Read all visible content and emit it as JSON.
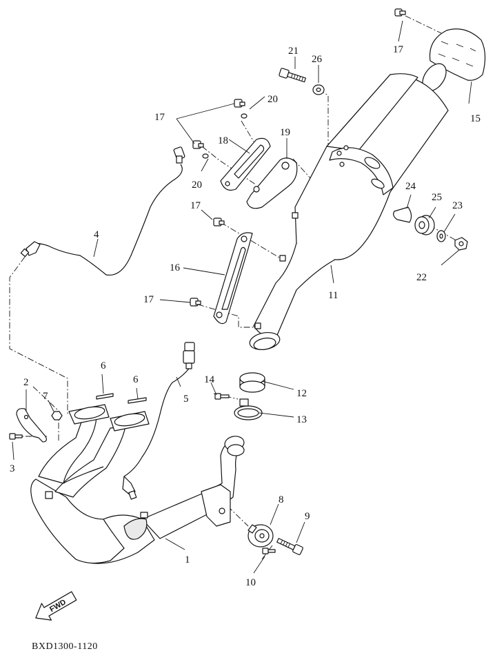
{
  "diagram": {
    "drawing_code": "BXD1300-1120",
    "fwd_label": "FWD",
    "callouts": {
      "p1": "1",
      "p2": "2",
      "p3": "3",
      "p4": "4",
      "p5": "5",
      "p6a": "6",
      "p6b": "6",
      "p7": "7",
      "p8": "8",
      "p9": "9",
      "p10": "10",
      "p11": "11",
      "p12": "12",
      "p13": "13",
      "p14": "14",
      "p15": "15",
      "p16": "16",
      "p17a": "17",
      "p17b": "17",
      "p17c": "17",
      "p17d": "17",
      "p18": "18",
      "p19": "19",
      "p20a": "20",
      "p20b": "20",
      "p21": "21",
      "p22": "22",
      "p23": "23",
      "p24": "24",
      "p25": "25",
      "p26": "26"
    }
  }
}
